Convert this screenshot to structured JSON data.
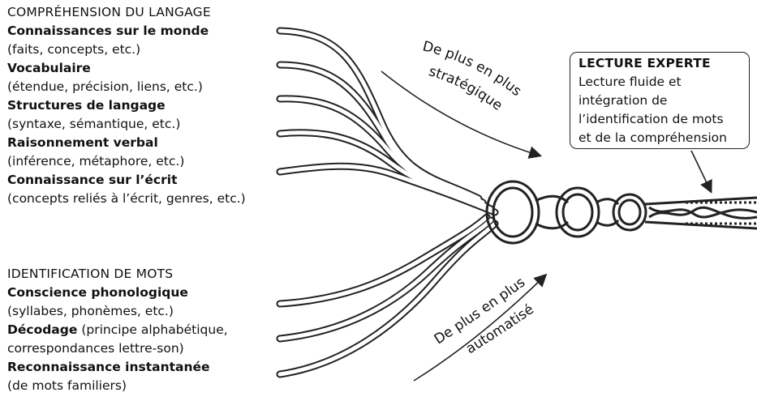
{
  "comprehension": {
    "heading": "COMPRÉHENSION DU LANGAGE",
    "items": [
      {
        "term": "Connaissances sur le monde",
        "desc": "(faits, concepts, etc.)"
      },
      {
        "term": "Vocabulaire",
        "desc": "(étendue, précision, liens, etc.)"
      },
      {
        "term": "Structures de langage",
        "desc": "(syntaxe, sémantique, etc.)"
      },
      {
        "term": "Raisonnement verbal",
        "desc": "(inférence, métaphore, etc.)"
      },
      {
        "term": "Connaissance sur l’écrit",
        "desc": "(concepts reliés à l’écrit, genres, etc.)"
      }
    ]
  },
  "identification": {
    "heading": "IDENTIFICATION DE MOTS",
    "item1_term": "Conscience phonologique",
    "item1_desc": "(syllabes, phonèmes, etc.)",
    "item2_term": "Décodage",
    "item2_desc_a": " (principe alphabétique,",
    "item2_desc_b": "correspondances lettre-son)",
    "item3_term": "Reconnaissance instantanée",
    "item3_desc": "(de mots familiers)"
  },
  "arrows": {
    "strategic_line1": "De plus en plus",
    "strategic_line2": "stratégique",
    "automated_line1": "De plus en plus",
    "automated_line2": "automatisé"
  },
  "expert": {
    "title": "LECTURE EXPERTE",
    "lines": [
      "Lecture fluide et",
      "intégration de",
      "l’identification de mots",
      "et de la compréhension"
    ]
  }
}
